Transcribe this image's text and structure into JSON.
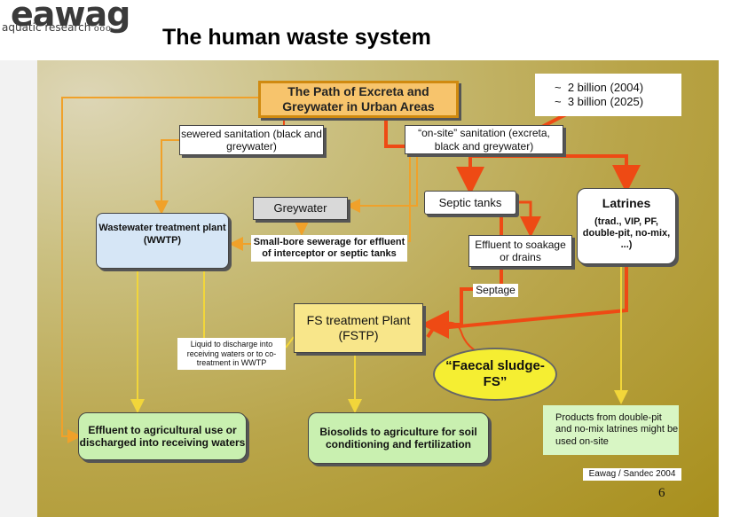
{
  "header": {
    "logo_word": "eawag",
    "logo_sub": "aquatic research",
    "logo_circles": "ooo",
    "title": "The human waste system"
  },
  "colors": {
    "primary_flow": "#ee4a14",
    "secondary_flow": "#f0a12a",
    "path_box_fill": "#f7c46c",
    "faecal_sludge_fill": "#f5ee32",
    "reuse_fill": "#c9f0b0",
    "wwtp_fill": "#d6e6f6"
  },
  "nodes": {
    "path_box": "The Path of Excreta and Greywater in Urban Areas",
    "billion": "~  2 billion (2004)\n~  3 billion (2025)",
    "sewered": "sewered sanitation (black and greywater)",
    "onsite": "“on-site” sanitation (excreta, black and greywater)",
    "greywater": "Greywater",
    "septic_tanks": "Septic tanks",
    "latrines_title": "Latrines",
    "latrines_detail": "(trad., VIP, PF, double-pit, no-mix, ...)",
    "wwtp": "Wastewater treatment plant (WWTP)",
    "small_bore": "Small-bore sewerage for effluent of interceptor or septic tanks",
    "effluent_soakage": "Effluent to soakage or drains",
    "septage": "Septage",
    "fstp": "FS treatment Plant (FSTP)",
    "liquid_discharge": "Liquid to discharge into receiving waters or to co-treatment in WWTP",
    "faecal_sludge": "“Faecal sludge-FS”",
    "effluent_agri": "Effluent to agricultural use or discharged into receiving waters",
    "biosolids": "Biosolids to agriculture for soil conditioning and fertilization",
    "products": "Products from double-pit and no-mix latrines might be used on-site"
  },
  "footer": {
    "credit": "Eawag / Sandec 2004",
    "page_number": "6"
  }
}
